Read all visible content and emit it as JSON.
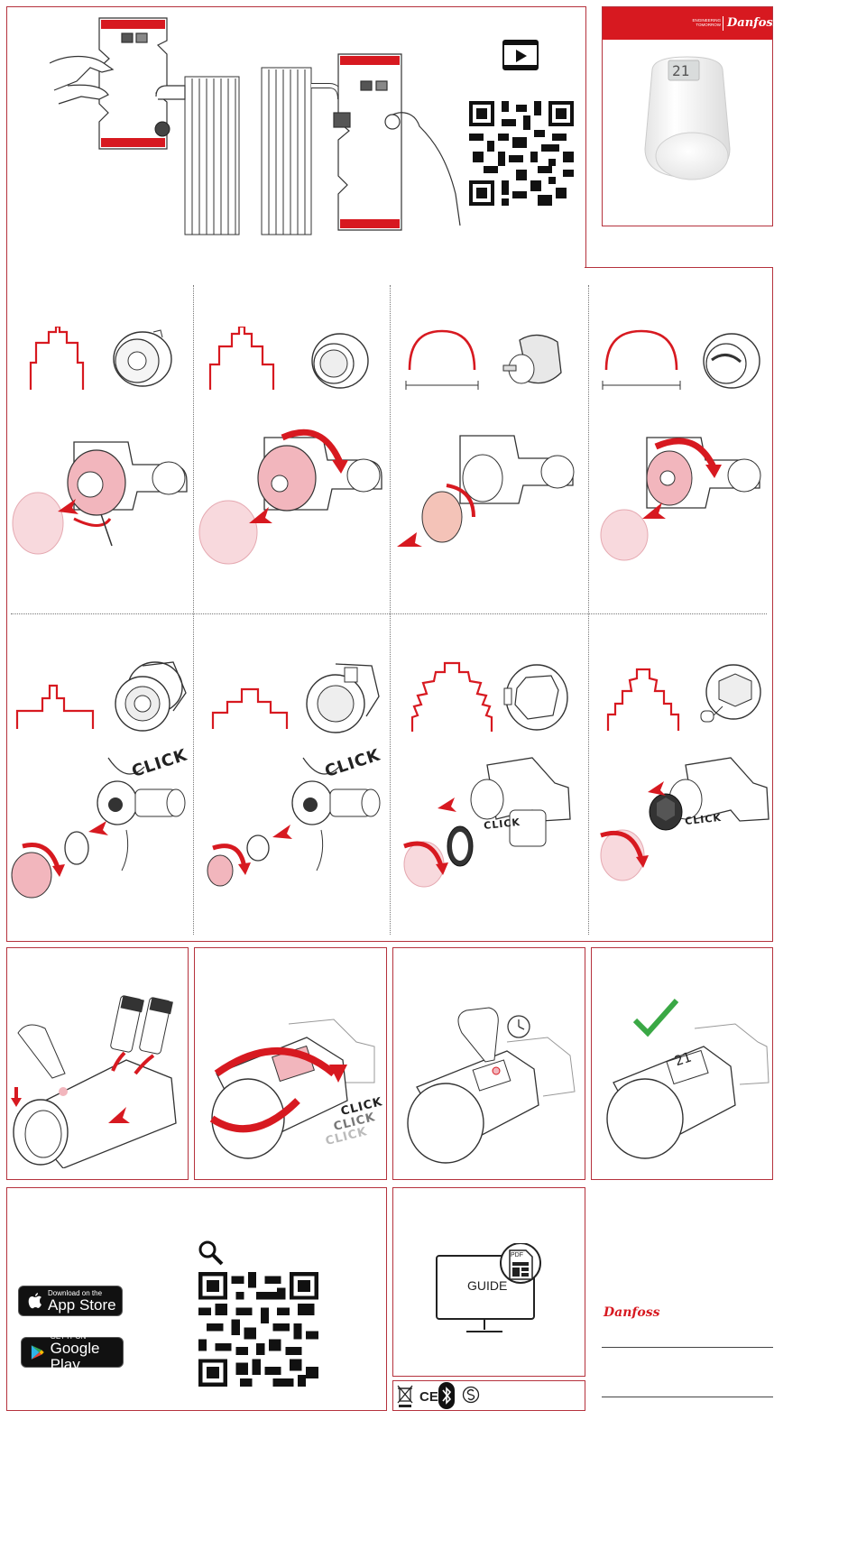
{
  "brand": {
    "name": "Danfoss",
    "tagline_line1": "ENGINEERING",
    "tagline_line2": "TOMORROW"
  },
  "product": {
    "display_value": "21"
  },
  "video_section": {
    "play_icon": "play-icon",
    "qr": "qr-code"
  },
  "steps": {
    "click_label": "CLICK"
  },
  "app_section": {
    "app_store": {
      "line1": "Download on the",
      "line2": "App Store"
    },
    "google_play": {
      "line1": "GET IT ON",
      "line2": "Google Play"
    },
    "search_icon": "search-icon"
  },
  "guide_section": {
    "label": "GUIDE",
    "pdf_label": "PDF"
  },
  "symbols": {
    "ce": "CE"
  },
  "colors": {
    "accent": "#d71920",
    "frame": "#b5323d",
    "pink": "#f2b6bd",
    "check": "#3aa845"
  }
}
